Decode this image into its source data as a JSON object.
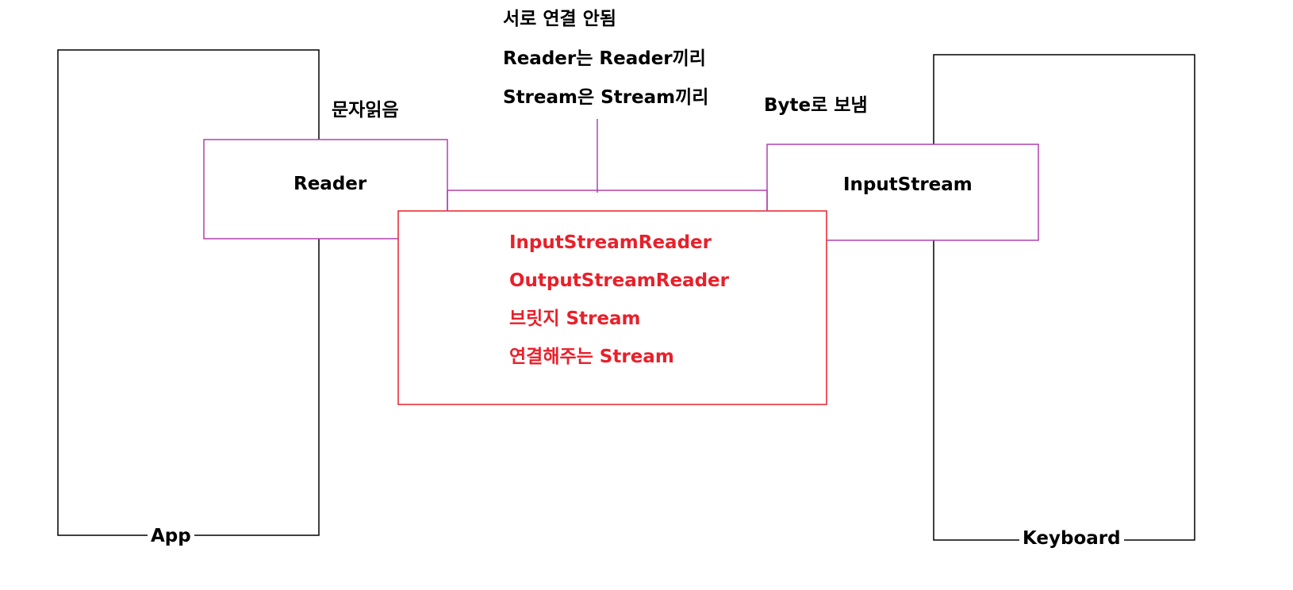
{
  "note": {
    "line1": "서로 연결 안됨",
    "line2": "Reader는 Reader끼리",
    "line3": "Stream은 Stream끼리"
  },
  "labels": {
    "reads_chars": "문자읽음",
    "sends_bytes": "Byte로 보냄",
    "reader": "Reader",
    "input_stream": "InputStream",
    "app": "App",
    "keyboard": "Keyboard"
  },
  "bridge": {
    "items": [
      "InputStreamReader",
      "OutputStreamReader",
      "브릿지 Stream",
      "연결해주는 Stream"
    ]
  },
  "colors": {
    "outline": "#000000",
    "connector": "#b040b0",
    "bridge": "#e8202a"
  }
}
